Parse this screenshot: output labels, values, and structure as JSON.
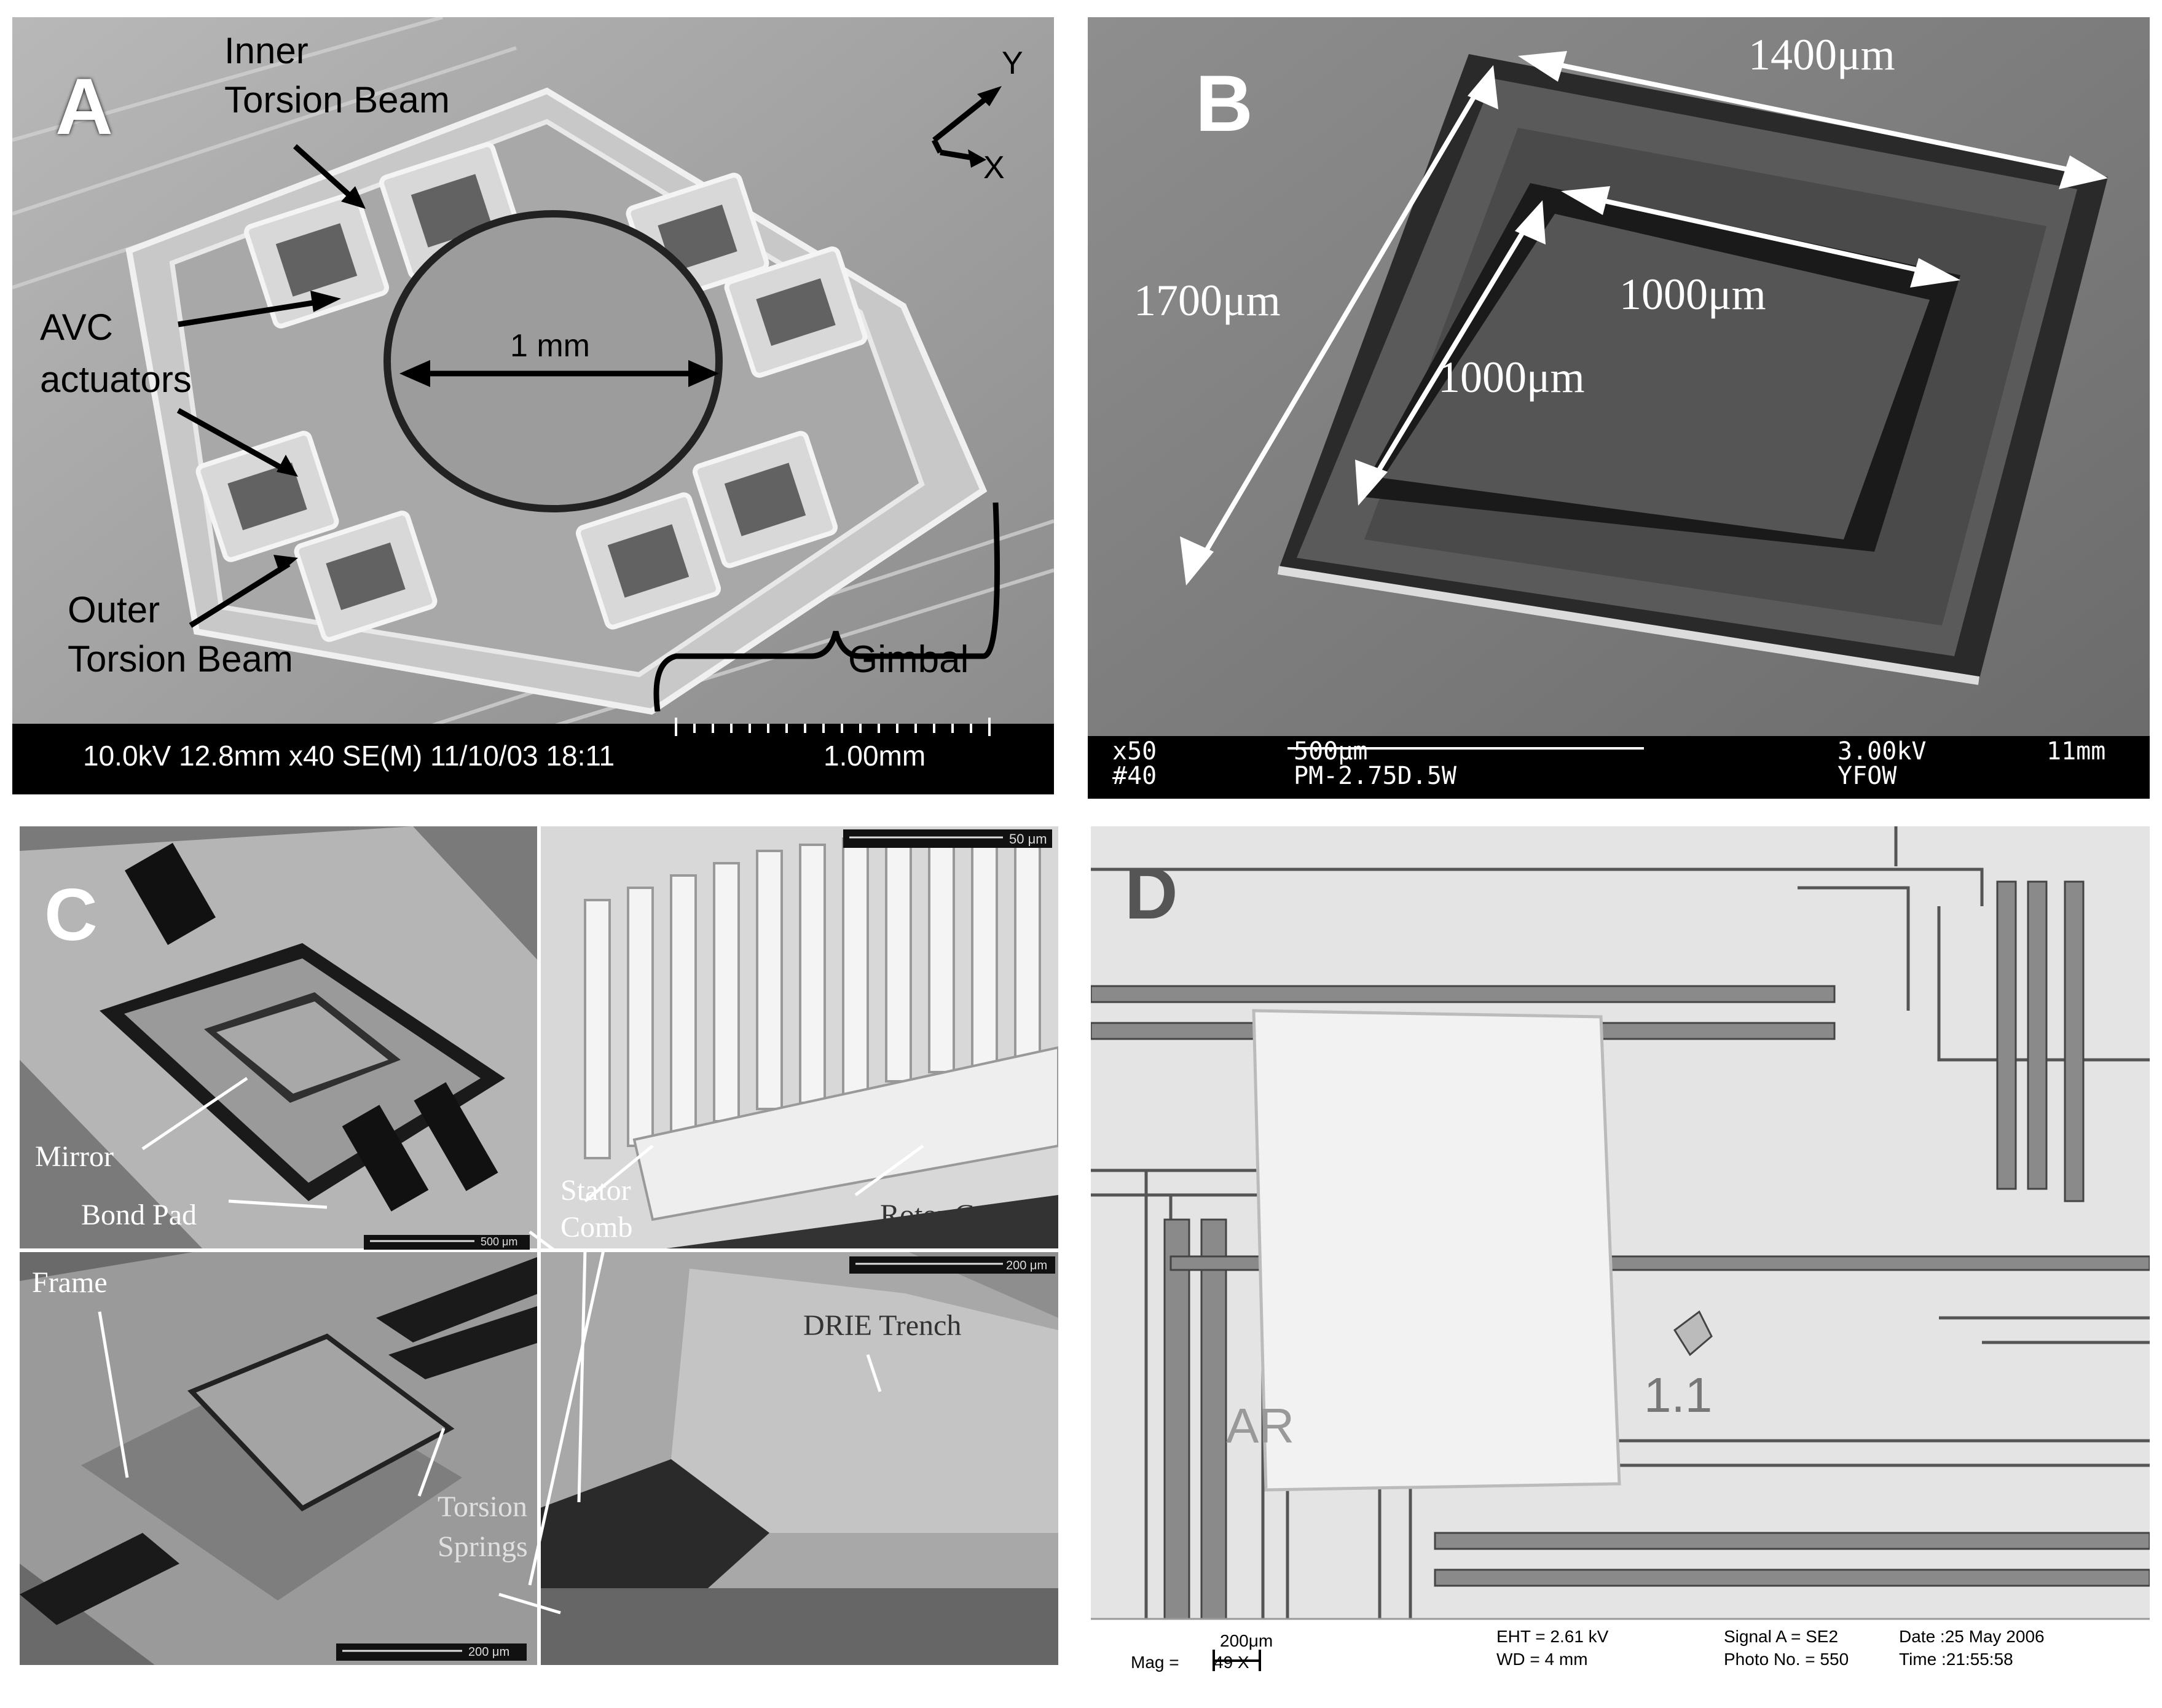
{
  "panel_a": {
    "letter": "A",
    "inner_beam_1": "Inner",
    "inner_beam_2": "Torsion Beam",
    "avc_1": "AVC",
    "avc_2": "actuators",
    "outer_beam_1": "Outer",
    "outer_beam_2": "Torsion Beam",
    "mirror_dim": "1 mm",
    "gimbal": "Gimbal",
    "axis_y": "Y",
    "axis_x": "X",
    "info": "10.0kV 12.8mm x40 SE(M) 11/10/03 18:11",
    "scale": "1.00mm"
  },
  "panel_b": {
    "letter": "B",
    "dim_top": "1400μm",
    "dim_left": "1700μm",
    "dim_inner_top": "1000μm",
    "dim_inner_left": "1000μm",
    "info_1a": "x50",
    "info_1b": "#40",
    "info_2a": "500μm",
    "info_2b": "PM-2.75D.5W",
    "info_3a": "3.00kV",
    "info_3b": "YFOW",
    "info_4": "11mm"
  },
  "panel_c": {
    "letter": "C",
    "mirror": "Mirror",
    "bond_pad": "Bond Pad",
    "stator_1": "Stator",
    "stator_2": "Comb",
    "rotor": "Rotor Comb",
    "frame": "Frame",
    "drie": "DRIE Trench",
    "torsion_1": "Torsion",
    "torsion_2": "Springs",
    "scale_tl": "500 μm",
    "scale_tr": "50 μm",
    "scale_bl": "200 μm",
    "scale_br": "200 μm"
  },
  "panel_d": {
    "letter": "D",
    "label_ar": "AR",
    "label_1": "1.1",
    "mag_label": "Mag =",
    "mag_value": "49 X",
    "scale": "200μm",
    "eht": "EHT = 2.61 kV",
    "wd": "WD = 4 mm",
    "signal": "Signal A = SE2",
    "photo": "Photo No. = 550",
    "date": "Date :25 May 2006",
    "time": "Time :21:55:58"
  }
}
